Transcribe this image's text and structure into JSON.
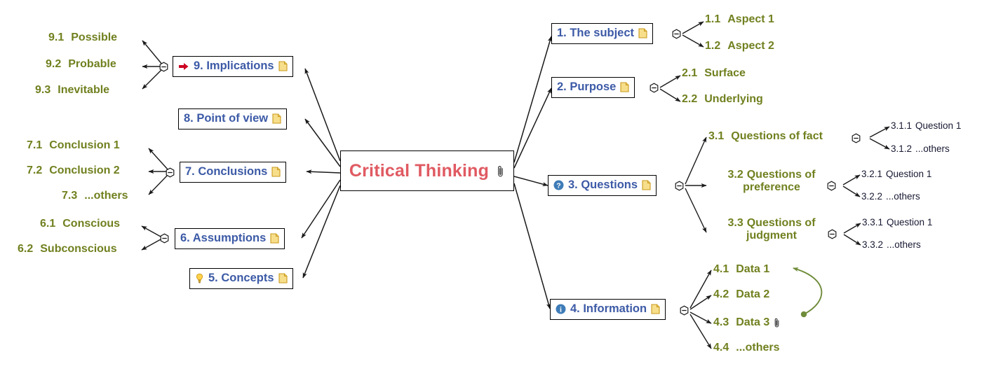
{
  "map": {
    "title": "Critical Thinking",
    "central_icon": "paperclip-icon",
    "colors": {
      "central_text": "#e05a62",
      "main_text": "#3c5aa6",
      "sub_text": "#71801f",
      "leaf_text": "#181a33",
      "edge": "#1a1a1a",
      "relationship": "#6f8c3a",
      "doc_icon": "#f0c040",
      "info_icon": "#3e7cb8"
    }
  },
  "nodes": {
    "n1": {
      "label": "1.  The subject",
      "icon": "document-icon",
      "toggle": "collapse-minus"
    },
    "n2": {
      "label": "2.  Purpose",
      "icon": "document-icon",
      "toggle": "collapse-minus"
    },
    "n3": {
      "label": "3.  Questions",
      "lead_icon": "question-circle-icon",
      "icon": "document-icon",
      "toggle": "collapse-minus"
    },
    "n4": {
      "label": "4.  Information",
      "lead_icon": "info-circle-icon",
      "icon": "document-icon",
      "toggle": "collapse-minus"
    },
    "n5": {
      "label": "5.  Concepts",
      "lead_icon": "lightbulb-icon",
      "icon": "document-icon",
      "toggle": "none"
    },
    "n6": {
      "label": "6.  Assumptions",
      "icon": "document-icon",
      "toggle": "collapse-minus"
    },
    "n7": {
      "label": "7.  Conclusions",
      "icon": "document-icon",
      "toggle": "collapse-minus"
    },
    "n8": {
      "label": "8.  Point of view",
      "icon": "document-icon",
      "toggle": "none"
    },
    "n9": {
      "label": "9.  Implications",
      "lead_icon": "red-arrow-icon",
      "icon": "document-icon",
      "toggle": "collapse-minus"
    }
  },
  "subs": {
    "s11": {
      "num": "1.1",
      "text": "Aspect 1"
    },
    "s12": {
      "num": "1.2",
      "text": "Aspect 2"
    },
    "s21": {
      "num": "2.1",
      "text": "Surface"
    },
    "s22": {
      "num": "2.2",
      "text": "Underlying"
    },
    "s31": {
      "num": "3.1",
      "text": "Questions of fact"
    },
    "s32": {
      "num": "3.2",
      "text": "Questions of preference"
    },
    "s33": {
      "num": "3.3",
      "text": "Questions of judgment"
    },
    "s41": {
      "num": "4.1",
      "text": "Data 1"
    },
    "s42": {
      "num": "4.2",
      "text": "Data 2"
    },
    "s43": {
      "num": "4.3",
      "text": "Data 3"
    },
    "s44": {
      "num": "4.4",
      "text": "...others"
    },
    "s61": {
      "num": "6.1",
      "text": "Conscious"
    },
    "s62": {
      "num": "6.2",
      "text": "Subconscious"
    },
    "s71": {
      "num": "7.1",
      "text": "Conclusion 1"
    },
    "s72": {
      "num": "7.2",
      "text": "Conclusion 2"
    },
    "s73": {
      "num": "7.3",
      "text": "...others"
    },
    "s91": {
      "num": "9.1",
      "text": "Possible"
    },
    "s92": {
      "num": "9.2",
      "text": "Probable"
    },
    "s93": {
      "num": "9.3",
      "text": "Inevitable"
    }
  },
  "leaves": {
    "l311": {
      "num": "3.1.1",
      "text": "Question 1"
    },
    "l312": {
      "num": "3.1.2",
      "text": "...others"
    },
    "l321": {
      "num": "3.2.1",
      "text": "Question 1"
    },
    "l322": {
      "num": "3.2.2",
      "text": "...others"
    },
    "l331": {
      "num": "3.3.1",
      "text": "Question 1"
    },
    "l332": {
      "num": "3.3.2",
      "text": "...others"
    }
  }
}
